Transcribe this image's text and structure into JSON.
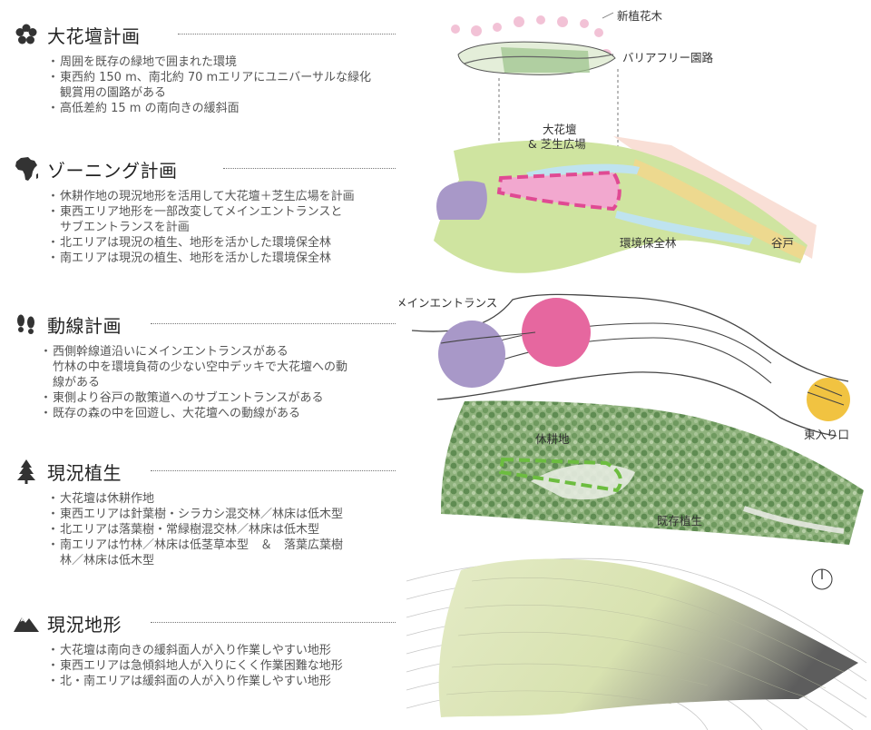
{
  "sections": [
    {
      "icon": "flower-icon",
      "title": "大花壇計画",
      "bullets": [
        "周囲を既存の緑地で囲まれた環境",
        "東西約 150 m、南北約 70 mエリアにユニバーサルな緑化\n観賞用の園路がある",
        "高低差約 15 m の南向きの緩斜面"
      ]
    },
    {
      "icon": "africa-map-icon",
      "title": "ゾーニング計画",
      "bullets": [
        "休耕作地の現況地形を活用して大花壇＋芝生広場を計画",
        "東西エリア地形を一部改変してメインエントランスと\nサブエントランスを計画",
        "北エリアは現況の植生、地形を活かした環境保全林",
        "南エリアは現況の植生、地形を活かした環境保全林"
      ]
    },
    {
      "icon": "footprints-icon",
      "title": "動線計画",
      "bullets": [
        "西側幹線道沿いにメインエントランスがある\n竹林の中を環境負荷の少ない空中デッキで大花壇への動\n線がある",
        "東側より谷戸の散策道へのサブエントランスがある",
        "既存の森の中を回遊し、大花壇への動線がある"
      ]
    },
    {
      "icon": "tree-icon",
      "title": "現況植生",
      "bullets": [
        "大花壇は休耕作地",
        "東西エリアは針葉樹・シラカシ混交林／林床は低木型",
        "北エリアは落葉樹・常緑樹混交林／林床は低木型",
        "南エリアは竹林／林床は低茎草本型　＆　落葉広葉樹\n林／林床は低木型"
      ]
    },
    {
      "icon": "mountain-icon",
      "title": "現況地形",
      "bullets": [
        "大花壇は南向きの緩斜面人が入り作業しやすい地形",
        "東西エリアは急傾斜地人が入りにくく作業困難な地形",
        "北・南エリアは緩斜面の人が入り作業しやすい地形"
      ]
    }
  ],
  "diagram_labels": {
    "new_flowers": "新植花木",
    "barrier_free": "バリアフリー園路",
    "flowerbed_1": "大花壇",
    "flowerbed_2": "& 芝生広場",
    "conservation_forest": "環境保全林",
    "valley": "谷戸",
    "main_entrance": "メインエントランス",
    "east_entrance": "東入り口",
    "fallow_land": "休耕地",
    "existing_vegetation": "既存植生"
  },
  "colors": {
    "green_zone": "#cfe4a0",
    "pink_zone": "#f2a8cf",
    "pink_dash": "#e04a93",
    "purple_zone": "#a898c8",
    "magenta_circle": "#e6679f",
    "yellow_circle": "#f1c341",
    "water": "#bfe3ef",
    "sand": "#f3dfa8",
    "forest_green": "#7aa46a",
    "lime_dash": "#6cbd3f"
  }
}
